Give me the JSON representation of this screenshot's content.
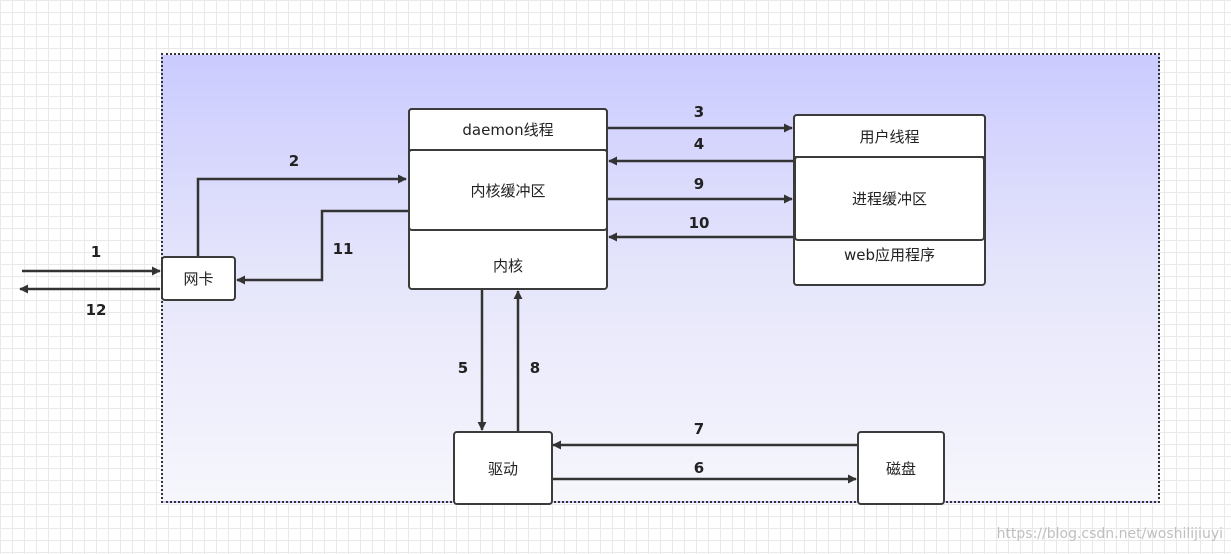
{
  "nodes": {
    "nic": "网卡",
    "daemon": "daemon线程",
    "kernel_buffer": "内核缓冲区",
    "kernel": "内核",
    "user_thread": "用户线程",
    "process_buffer": "进程缓冲区",
    "web_app": "web应用程序",
    "driver": "驱动",
    "disk": "磁盘"
  },
  "edges": [
    "1",
    "2",
    "3",
    "4",
    "5",
    "6",
    "7",
    "8",
    "9",
    "10",
    "11",
    "12"
  ],
  "watermark": "https://blog.csdn.net/woshilijiuyi"
}
